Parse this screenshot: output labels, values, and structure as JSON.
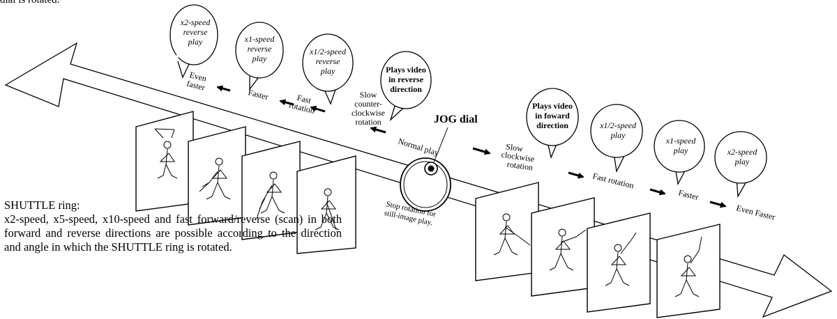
{
  "top_cut_text": "dial is rotated.",
  "jog_dial_label": "JOG dial",
  "normal_play": "Normal play",
  "stop_rotation": [
    "Stop rotation for",
    "still-image play."
  ],
  "reverse": {
    "slow_rotation": [
      "Slow",
      "counter-",
      "clockwise",
      "rotation"
    ],
    "fast_rotation": [
      "Fast",
      "rotation"
    ],
    "faster": "Faster",
    "even_faster": [
      "Even",
      "faster"
    ],
    "bubbles": {
      "direction": [
        "Plays video",
        "in reverse",
        "direction"
      ],
      "half_speed": [
        "x1/2-speed",
        "reverse",
        "play"
      ],
      "one_speed": [
        "x1-speed",
        "reverse",
        "play"
      ],
      "two_speed": [
        "x2-speed",
        "reverse",
        "play"
      ]
    }
  },
  "forward": {
    "slow_rotation": [
      "Slow",
      "clockwise",
      "rotation"
    ],
    "fast_rotation": "Fast rotation",
    "faster": "Faster",
    "even_faster": "Even Faster",
    "bubbles": {
      "direction": [
        "Plays video",
        "in foward",
        "direction"
      ],
      "half_speed": [
        "x1/2-speed",
        "play"
      ],
      "one_speed": [
        "x1-speed",
        "play"
      ],
      "two_speed": [
        "x2-speed",
        "play"
      ]
    }
  },
  "shuttle": {
    "title": "SHUTTLE ring:",
    "description": "x2-speed, x5-speed, x10-speed and fast forward/reverse (scan) in both forward and reverse directions are possible according to the direction and angle in which the SHUTTLE ring is rotated."
  }
}
